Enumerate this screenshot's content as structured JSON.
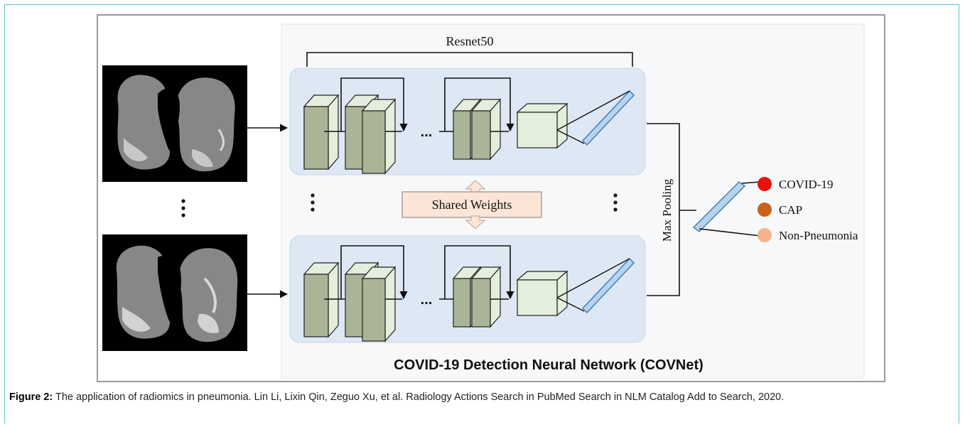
{
  "figure": {
    "resnet_label": "Resnet50",
    "shared_weights_label": "Shared Weights",
    "max_pooling_label": "Max Pooling",
    "network_title": "COVID-19 Detection Neural Network (COVNet)",
    "ellipsis": "...",
    "outputs": [
      {
        "label": "COVID-19",
        "color": "#e8120c"
      },
      {
        "label": "CAP",
        "color": "#c8621f"
      },
      {
        "label": "Non-Pneumonia",
        "color": "#f5b48a"
      }
    ],
    "colors": {
      "branch_bg": "#dde8f4",
      "panel_bg": "#f7f8f9",
      "layer_front": "#a9b596",
      "layer_side": "#e4eedd",
      "shared_box": "#fbe5d6",
      "vector_fill": "#b8d4ec",
      "vector_stroke": "#3e78b3"
    }
  },
  "caption": {
    "label": "Figure 2:",
    "text": " The application of radiomics in pneumonia. Lin Li, Lixin Qin, Zeguo Xu, et al. Radiology Actions Search in PubMed Search in NLM Catalog Add to Search, 2020."
  }
}
